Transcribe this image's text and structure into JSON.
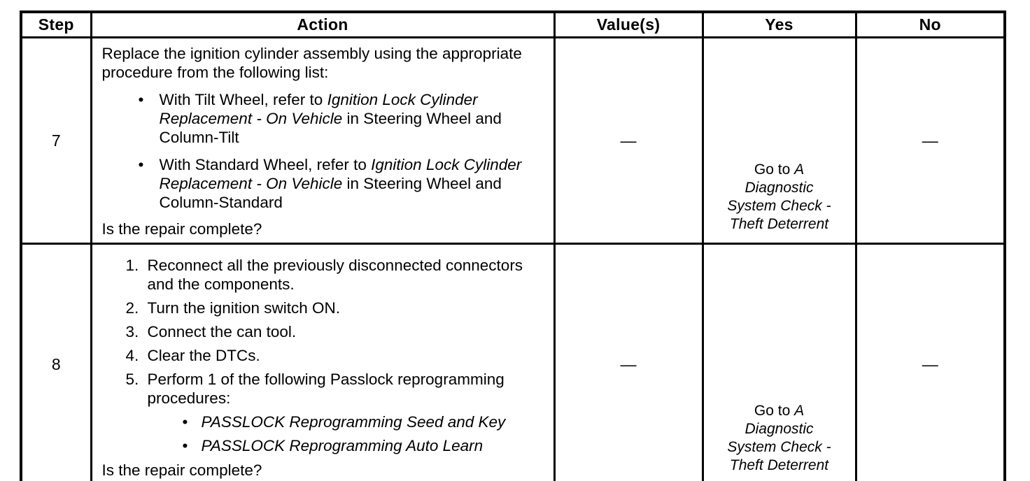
{
  "page": {
    "background": "#ffffff",
    "line_color": "#000000"
  },
  "table": {
    "bullet": "•",
    "headers": [
      "Step",
      "Action",
      "Value(s)",
      "Yes",
      "No"
    ],
    "rows": [
      {
        "step": "7",
        "action": {
          "intro": "Replace the ignition cylinder assembly using the appropriate procedure from the following list:",
          "bullets": [
            {
              "pre": "With Tilt Wheel, refer to ",
              "italic": "Ignition Lock Cylinder Replacement - On Vehicle",
              "post": " in Steering Wheel and Column-Tilt"
            },
            {
              "pre": "With Standard Wheel, refer to ",
              "italic": "Ignition Lock Cylinder Replacement - On Vehicle",
              "post": " in Steering Wheel and Column-Standard"
            }
          ],
          "question": "Is the repair complete?"
        },
        "values": "—",
        "yes": {
          "prefix": "Go to ",
          "reference": "A Diagnostic System Check - Theft Deterrent"
        },
        "no": "—"
      },
      {
        "step": "8",
        "action": {
          "items": [
            {
              "num": "1.",
              "text": "Reconnect all the previously disconnected connectors and the components."
            },
            {
              "num": "2.",
              "text": "Turn the ignition switch ON."
            },
            {
              "num": "3.",
              "text": "Connect the can tool."
            },
            {
              "num": "4.",
              "text": "Clear the DTCs."
            },
            {
              "num": "5.",
              "text": "Perform 1 of the following Passlock reprogramming procedures:"
            }
          ],
          "sub_bullets": [
            "PASSLOCK Reprogramming Seed and Key",
            "PASSLOCK Reprogramming Auto Learn"
          ],
          "question": "Is the repair complete?"
        },
        "values": "—",
        "yes": {
          "prefix": "Go to ",
          "reference": "A Diagnostic System Check - Theft Deterrent"
        },
        "no": "—"
      }
    ]
  }
}
